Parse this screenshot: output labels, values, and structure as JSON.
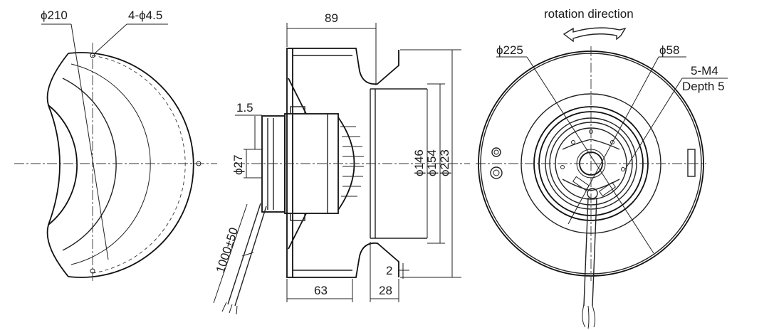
{
  "left_view": {
    "outer_diameter": "ϕ210",
    "mount_holes": "4-ϕ4.5"
  },
  "side_view": {
    "total_depth": "89",
    "flange": "1.5",
    "hub_diameter": "ϕ27",
    "cable_length": "1000±50",
    "base_depth": "63",
    "ring_depth": "28",
    "gap": "2",
    "inlet_diameter_1": "ϕ146",
    "inlet_diameter_2": "ϕ154",
    "inlet_diameter_3": "ϕ223"
  },
  "front_view": {
    "rotation_label": "rotation direction",
    "impeller_diameter": "ϕ225",
    "motor_diameter": "ϕ58",
    "thread_spec": "5-M4",
    "thread_depth": "Depth 5"
  }
}
